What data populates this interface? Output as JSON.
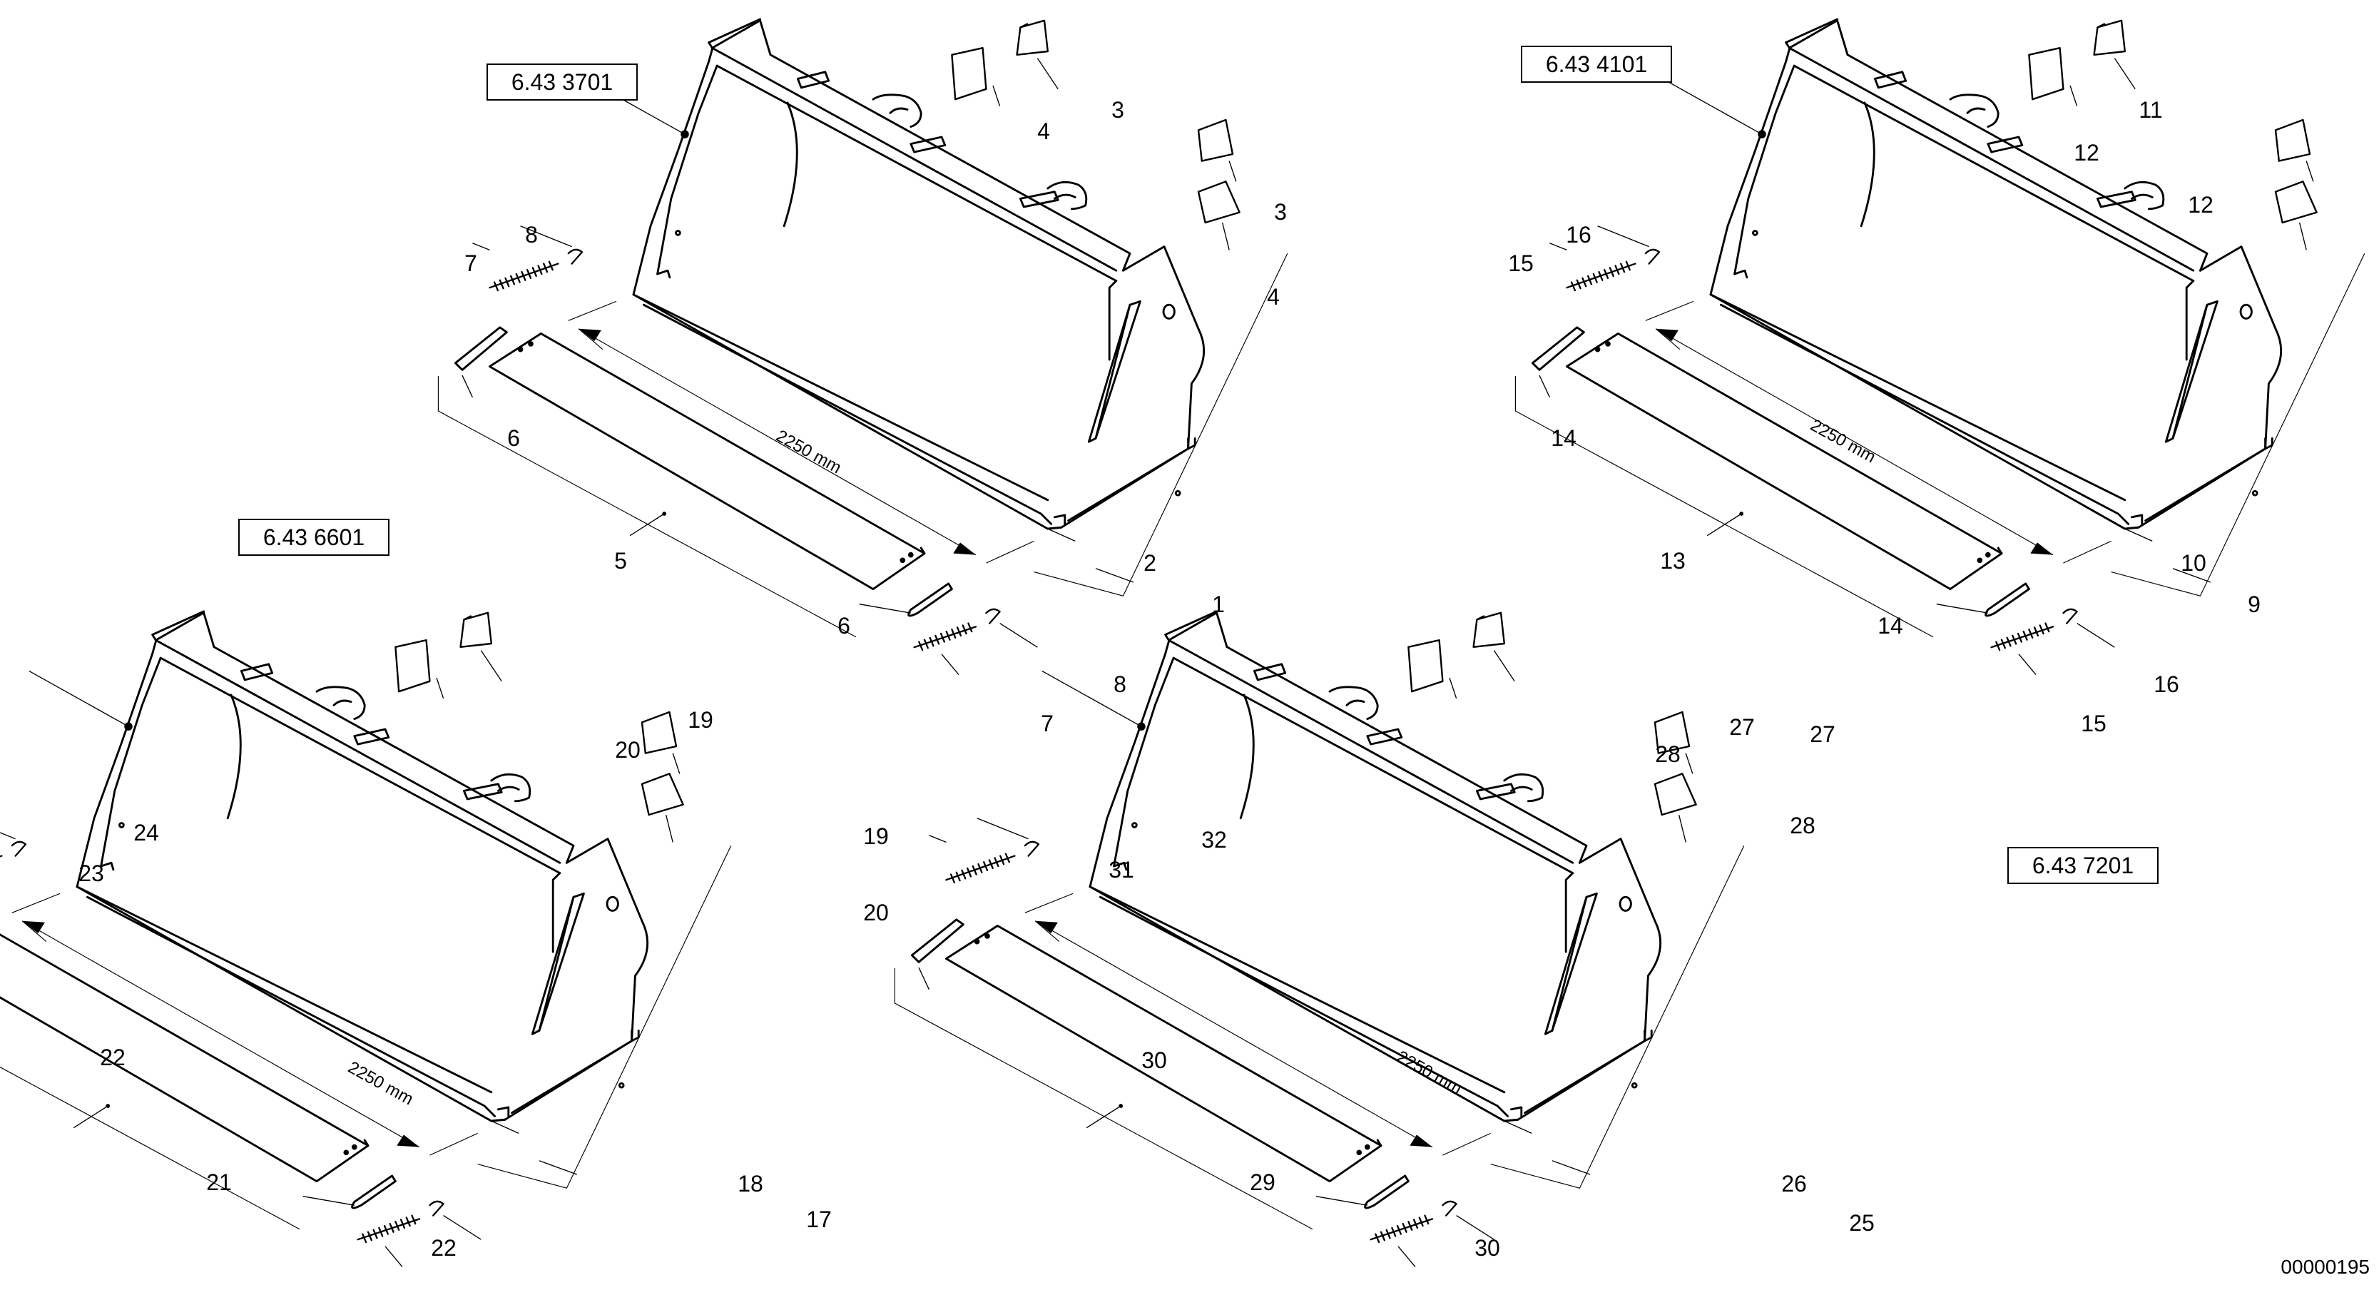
{
  "drawing": {
    "document_number": "00000195",
    "dimension_label": "2250 mm",
    "assemblies": [
      {
        "id": "top-left",
        "reference": "6.43 3701",
        "labels": {
          "bucket": "1",
          "edge_strip": "2",
          "tooth_a": "3",
          "tooth_b": "4",
          "blade": "5",
          "clip": "6",
          "spring": "7",
          "pin": "8"
        }
      },
      {
        "id": "top-right",
        "reference": "6.43 4101",
        "labels": {
          "bucket": "9",
          "edge_strip": "10",
          "tooth_a": "11",
          "tooth_b": "12",
          "blade": "13",
          "clip": "14",
          "spring": "15",
          "pin": "16"
        }
      },
      {
        "id": "bottom-left",
        "reference": "6.43 6601",
        "labels": {
          "bucket": "17",
          "edge_strip": "18",
          "tooth_a": "19",
          "tooth_b": "20",
          "blade": "21",
          "clip": "22",
          "spring": "23",
          "pin": "24"
        }
      },
      {
        "id": "bottom-right",
        "reference": "6.43 7201",
        "labels": {
          "bucket": "25",
          "edge_strip": "26",
          "tooth_a": "27",
          "tooth_b": "28",
          "blade": "29",
          "clip": "30",
          "spring": "31",
          "pin": "32"
        }
      }
    ]
  }
}
